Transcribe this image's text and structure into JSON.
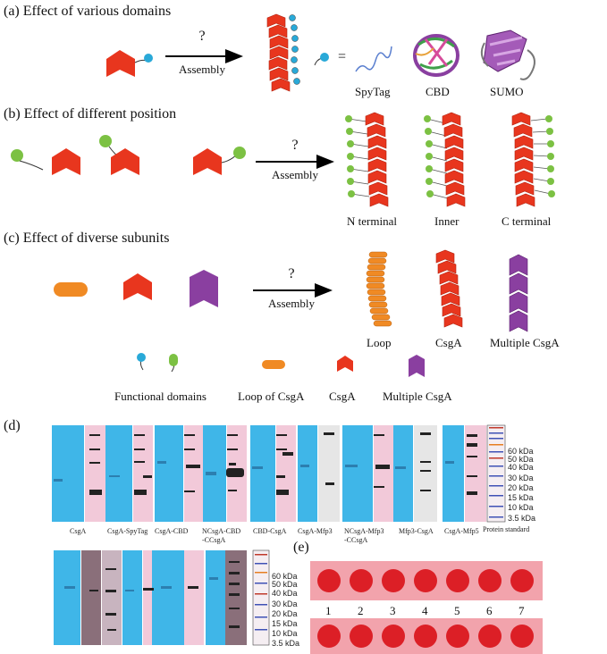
{
  "panel_a": {
    "title": "(a) Effect of various domains",
    "question": "?",
    "assembly": "Assembly",
    "equals": "=",
    "labels": [
      "SpyTag",
      "CBD",
      "SUMO"
    ]
  },
  "panel_b": {
    "title": "(b) Effect of different position",
    "question": "?",
    "assembly": "Assembly",
    "labels": [
      "N terminal",
      "Inner",
      "C terminal"
    ]
  },
  "panel_c": {
    "title": "(c) Effect of diverse subunits",
    "question": "?",
    "assembly": "Assembly",
    "labels": [
      "Loop",
      "CsgA",
      "Multiple CsgA"
    ]
  },
  "legend": {
    "items": [
      "Functional domains",
      "Loop of CsgA",
      "CsgA",
      "Multiple CsgA"
    ]
  },
  "panel_d": {
    "title": "(d)",
    "lanes": [
      "CsgA",
      "CsgA-SpyTag",
      "CsgA-CBD",
      "NCsgA-CBD\n-CCsgA",
      "CBD-CsgA",
      "CsgA-Mfp3",
      "NCsgA-Mfp3\n-CCsgA",
      "Mfp3-CsgA",
      "CsgA-Mfp5",
      "Protein standard"
    ],
    "markers": [
      "60 kDa",
      "50 kDa",
      "40 kDa",
      "30 kDa",
      "20 kDa",
      "15 kDa",
      "10 kDa",
      "3.5 kDa"
    ],
    "markers2": [
      "60 kDa",
      "50 kDa",
      "40 kDa",
      "30 kDa",
      "20 kDa",
      "15 kDa",
      "10 kDa",
      "3.5 kDa"
    ]
  },
  "panel_e": {
    "title": "(e)",
    "numbers": [
      "1",
      "2",
      "3",
      "4",
      "5",
      "6",
      "7"
    ]
  },
  "colors": {
    "csga": "#e8361e",
    "domain_blue": "#29a9d8",
    "domain_green": "#7cc143",
    "loop": "#f08a24",
    "multiple": "#8a3fa0",
    "blot_blue": "#3fb6e8",
    "blot_pink": "#f2c9d9",
    "dot_bg": "#f2a3ac",
    "dot": "#dc1f26"
  }
}
